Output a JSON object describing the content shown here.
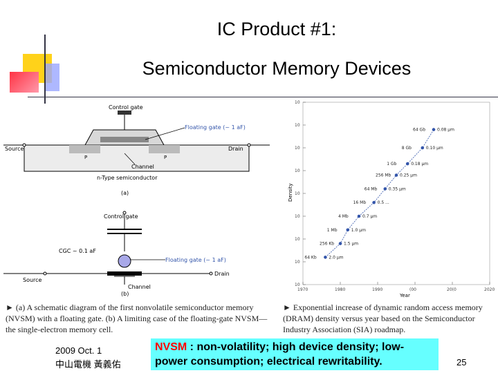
{
  "title": {
    "line1": "IC Product #1:",
    "line2": "Semiconductor Memory Devices"
  },
  "figure_a": {
    "control_gate": "Control gate",
    "floating_gate": "Floating gate (~ 1 aF)",
    "source": "Source",
    "drain": "Drain",
    "p_left": "P",
    "p_right": "P",
    "channel": "Channel",
    "substrate": "n-Type semiconductor",
    "label": "(a)"
  },
  "figure_b": {
    "control_gate": "Control gate",
    "cgc": "CGC ~ 0.1 aF",
    "floating_gate": "Floating gate (~ 1 aF)",
    "source": "Source",
    "drain": "Drain",
    "channel": "Channel",
    "label": "(b)"
  },
  "caption_left": "► (a) A schematic diagram of the first nonvolatile semiconductor memory (NVSM) with a floating gate. (b) A limiting case of the floating-gate NVSM—the single-electron memory cell.",
  "caption_right": "► Exponential increase of dynamic random access memory (DRAM) density versus year based on the Semiconductor Industry Association (SIA) roadmap.",
  "footer": {
    "date": "2009 Oct. 1",
    "author": "中山電機 黃義佑",
    "page": "25"
  },
  "nvsm_note": {
    "highlight": "NVSM",
    "text": " : non-volatility; high device density; low-power consumption; electrical rewritability."
  },
  "chart_data": {
    "type": "scatter",
    "xlabel": "Year",
    "ylabel": "Density",
    "x_ticks": [
      "1970",
      "1980",
      "1990",
      "(00",
      "20(0",
      "2020"
    ],
    "y_ticks": [
      "10",
      "10",
      "10",
      "10",
      "10",
      "10",
      "10",
      "10",
      "10"
    ],
    "xlim": [
      1970,
      2020
    ],
    "ylim": [
      3,
      11
    ],
    "points": [
      {
        "x": 1976,
        "y": 4.2,
        "label": "64 Kb",
        "feature": "2.0 μm"
      },
      {
        "x": 1980,
        "y": 4.8,
        "label": "256 Kb",
        "feature": "1.5 μm"
      },
      {
        "x": 1982,
        "y": 5.4,
        "label": "1 Mb",
        "feature": "1.0 μm"
      },
      {
        "x": 1985,
        "y": 6.0,
        "label": "4 Mb",
        "feature": "0.7 μm"
      },
      {
        "x": 1989,
        "y": 6.6,
        "label": "16 Mb",
        "feature": "0.5 ..."
      },
      {
        "x": 1992,
        "y": 7.2,
        "label": "64 Mb",
        "feature": "0.35 μm"
      },
      {
        "x": 1995,
        "y": 7.8,
        "label": "256 Mb",
        "feature": "0.25 μm"
      },
      {
        "x": 1998,
        "y": 8.3,
        "label": "1 Gb",
        "feature": "0.18 μm"
      },
      {
        "x": 2002,
        "y": 9.0,
        "label": "8 Gb",
        "feature": "0.10 μm"
      },
      {
        "x": 2005,
        "y": 9.8,
        "label": "64 Gb",
        "feature": "0.08 μm"
      }
    ]
  }
}
